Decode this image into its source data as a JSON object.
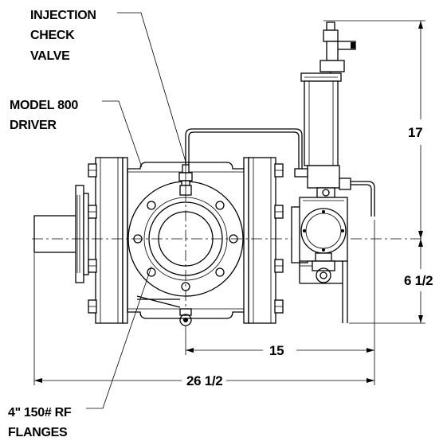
{
  "labels": {
    "injection_1": "INJECTION",
    "injection_2": "CHECK",
    "injection_3": "VALVE",
    "model_1": "MODEL 800",
    "model_2": "DRIVER",
    "flanges_1": "4\" 150# RF",
    "flanges_2": "FLANGES"
  },
  "dimensions": {
    "height_upper": "17",
    "height_lower": "6 1/2",
    "width_partial": "15",
    "width_total": "26 1/2"
  }
}
